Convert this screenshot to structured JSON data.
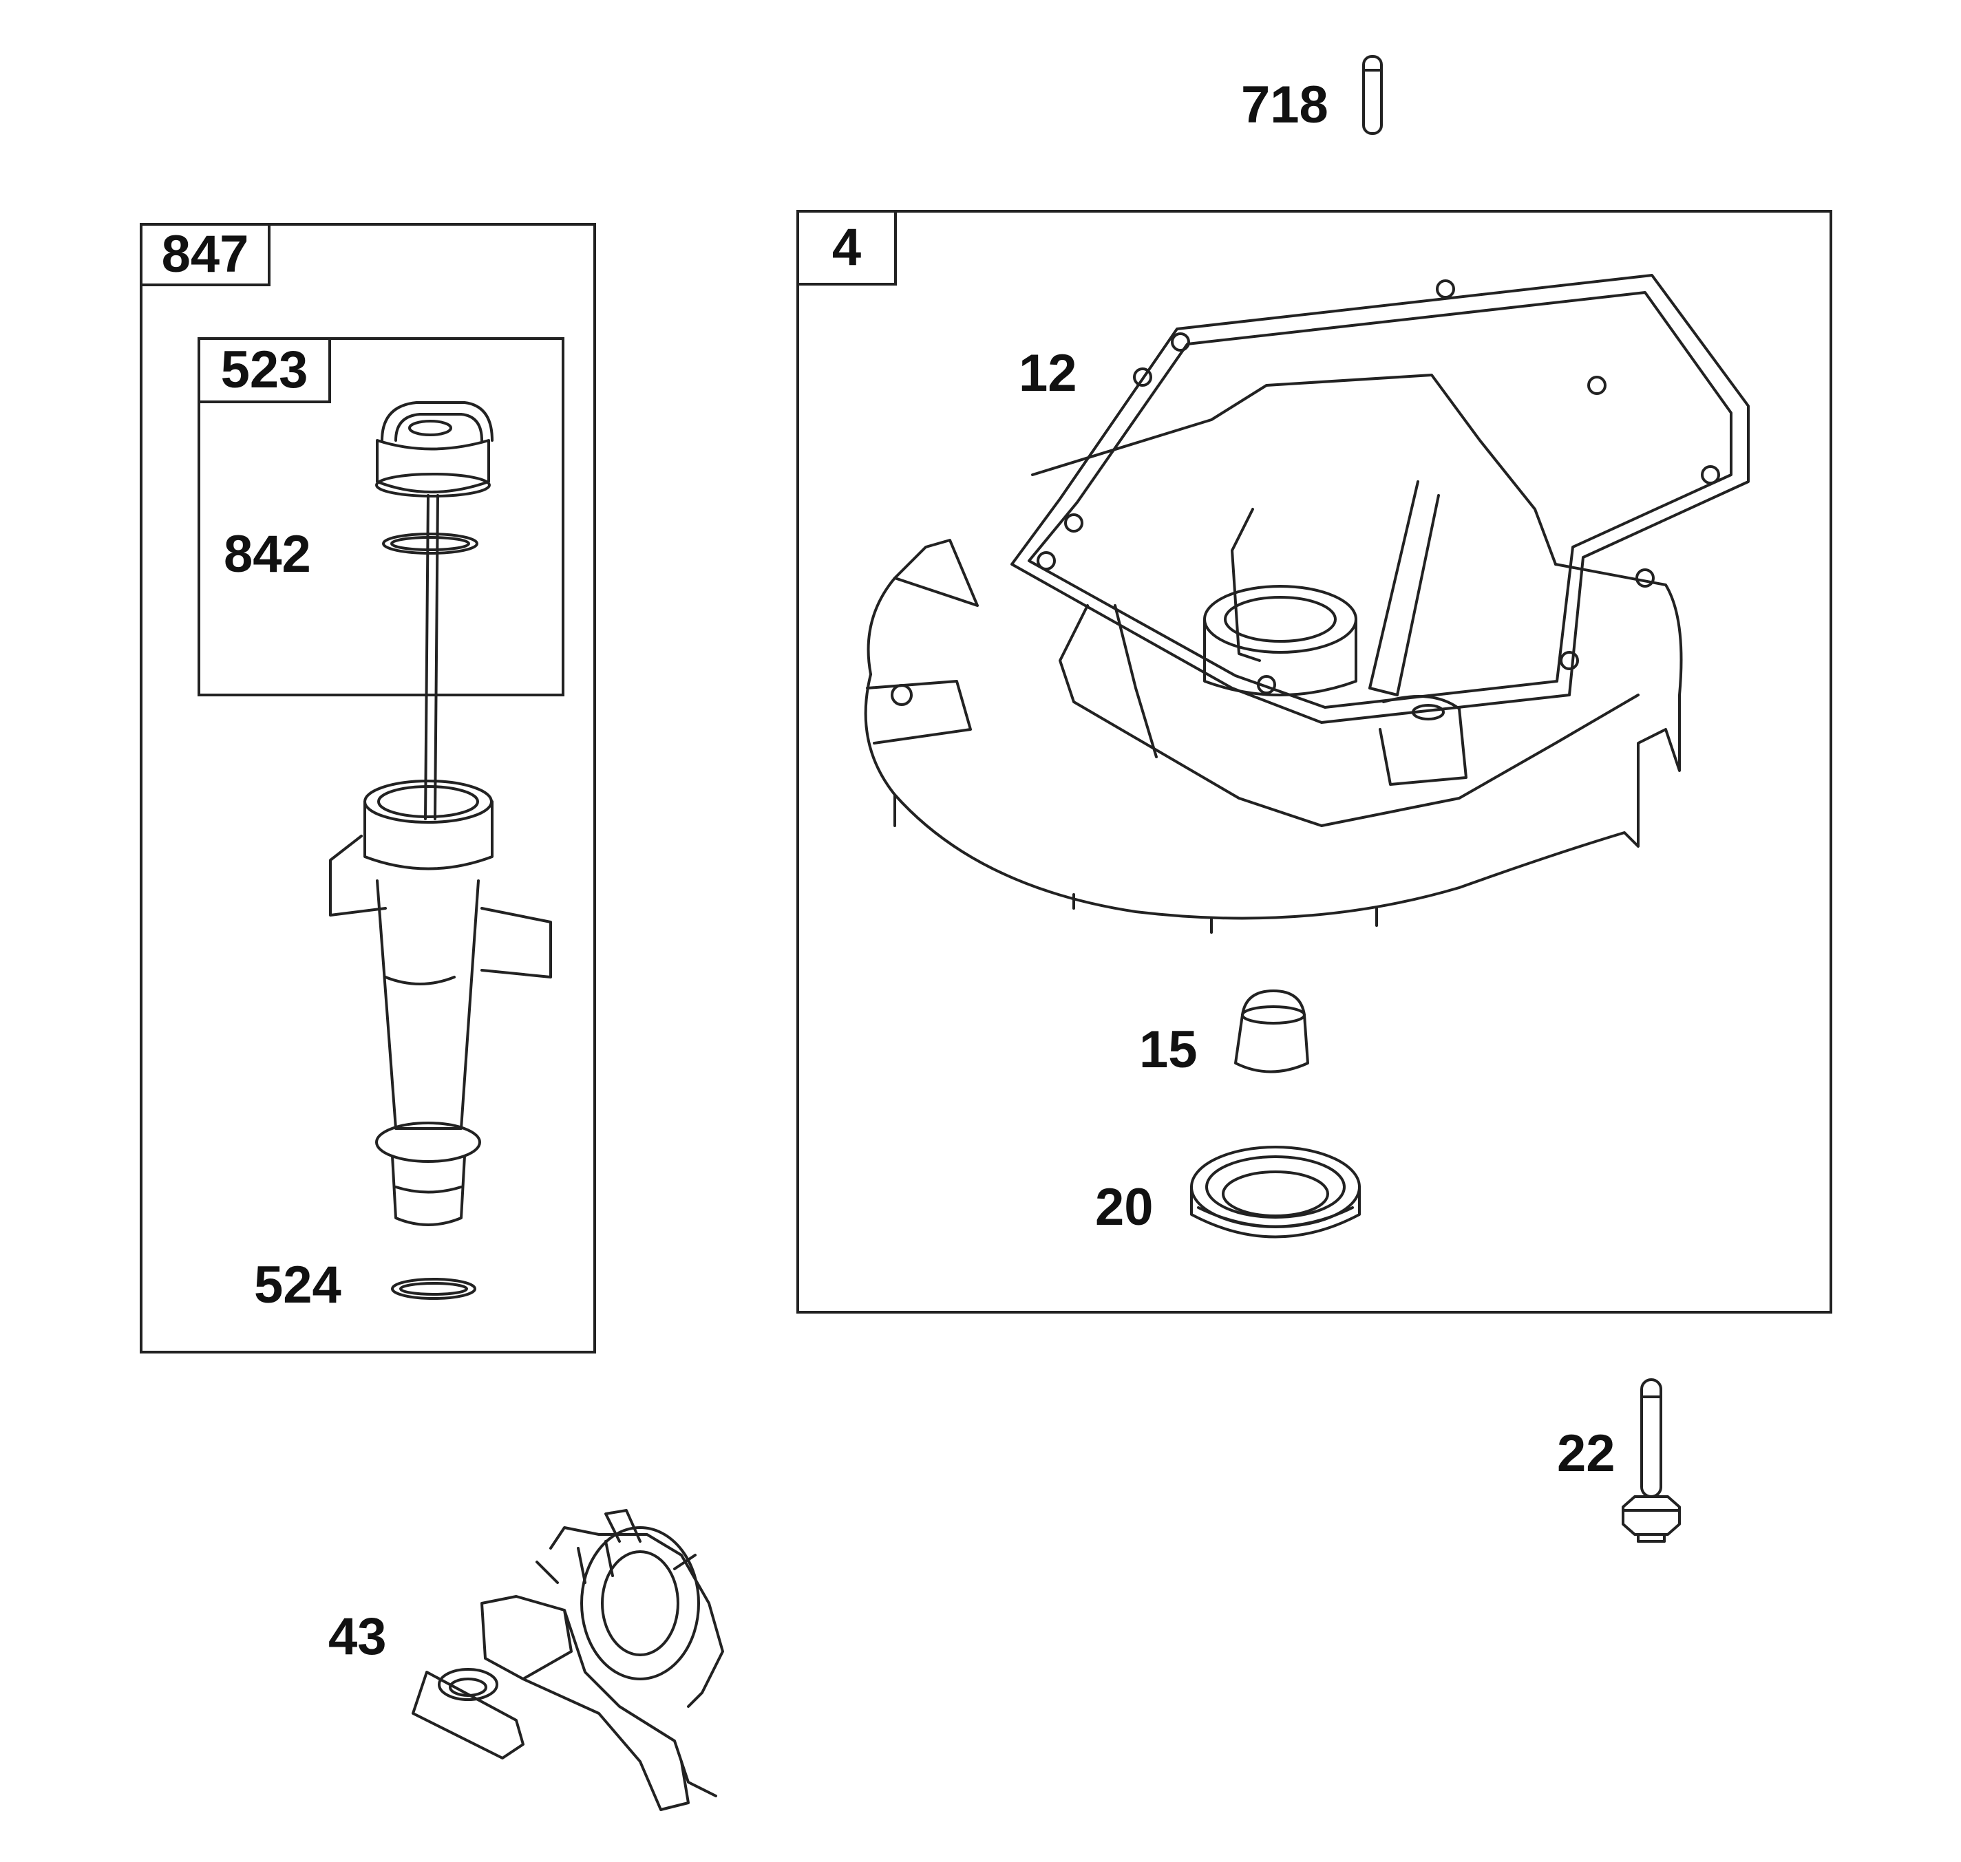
{
  "callouts": {
    "p718": "718",
    "p847": "847",
    "p523": "523",
    "p842": "842",
    "p524": "524",
    "p4": "4",
    "p12": "12",
    "p15": "15",
    "p20": "20",
    "p22": "22",
    "p43": "43"
  },
  "colors": {
    "line": "#222222",
    "background": "#ffffff"
  }
}
